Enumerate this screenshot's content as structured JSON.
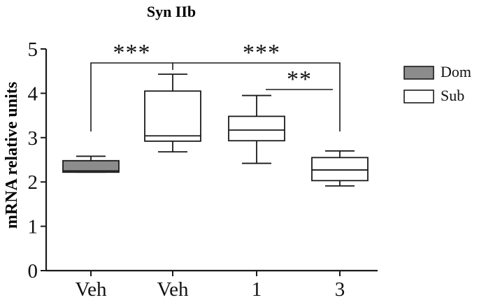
{
  "chart_data": {
    "type": "box",
    "title": "Syn IIb",
    "ylabel": "mRNA relative units",
    "xlabel": "",
    "ylim": [
      0,
      5
    ],
    "yticks": [
      0,
      1,
      2,
      3,
      4,
      5
    ],
    "categories": [
      "Veh",
      "Veh",
      "1",
      "3"
    ],
    "legend": [
      {
        "name": "Dom",
        "color": "#8c8c8c"
      },
      {
        "name": "Sub",
        "color": "#ffffff"
      }
    ],
    "legend_position": "right",
    "boxes": [
      {
        "category": "Veh",
        "group": "Dom",
        "min": 2.22,
        "q1": 2.22,
        "median": 2.25,
        "q3": 2.48,
        "max": 2.58
      },
      {
        "category": "Veh",
        "group": "Sub",
        "min": 2.68,
        "q1": 2.92,
        "median": 3.04,
        "q3": 4.05,
        "max": 4.43
      },
      {
        "category": "1",
        "group": "Sub",
        "min": 2.42,
        "q1": 2.93,
        "median": 3.17,
        "q3": 3.48,
        "max": 3.95
      },
      {
        "category": "3",
        "group": "Sub",
        "min": 1.91,
        "q1": 2.03,
        "median": 2.27,
        "q3": 2.55,
        "max": 2.7
      }
    ],
    "significance": [
      {
        "from": 0,
        "to": 1,
        "label": "***"
      },
      {
        "from": 1,
        "to": 3,
        "label": "***"
      },
      {
        "from": 2,
        "to": 3,
        "label": "**"
      }
    ]
  },
  "colors": {
    "dom_fill": "#8c8c8c",
    "sub_fill": "#ffffff",
    "stroke": "#1a1a1a"
  }
}
